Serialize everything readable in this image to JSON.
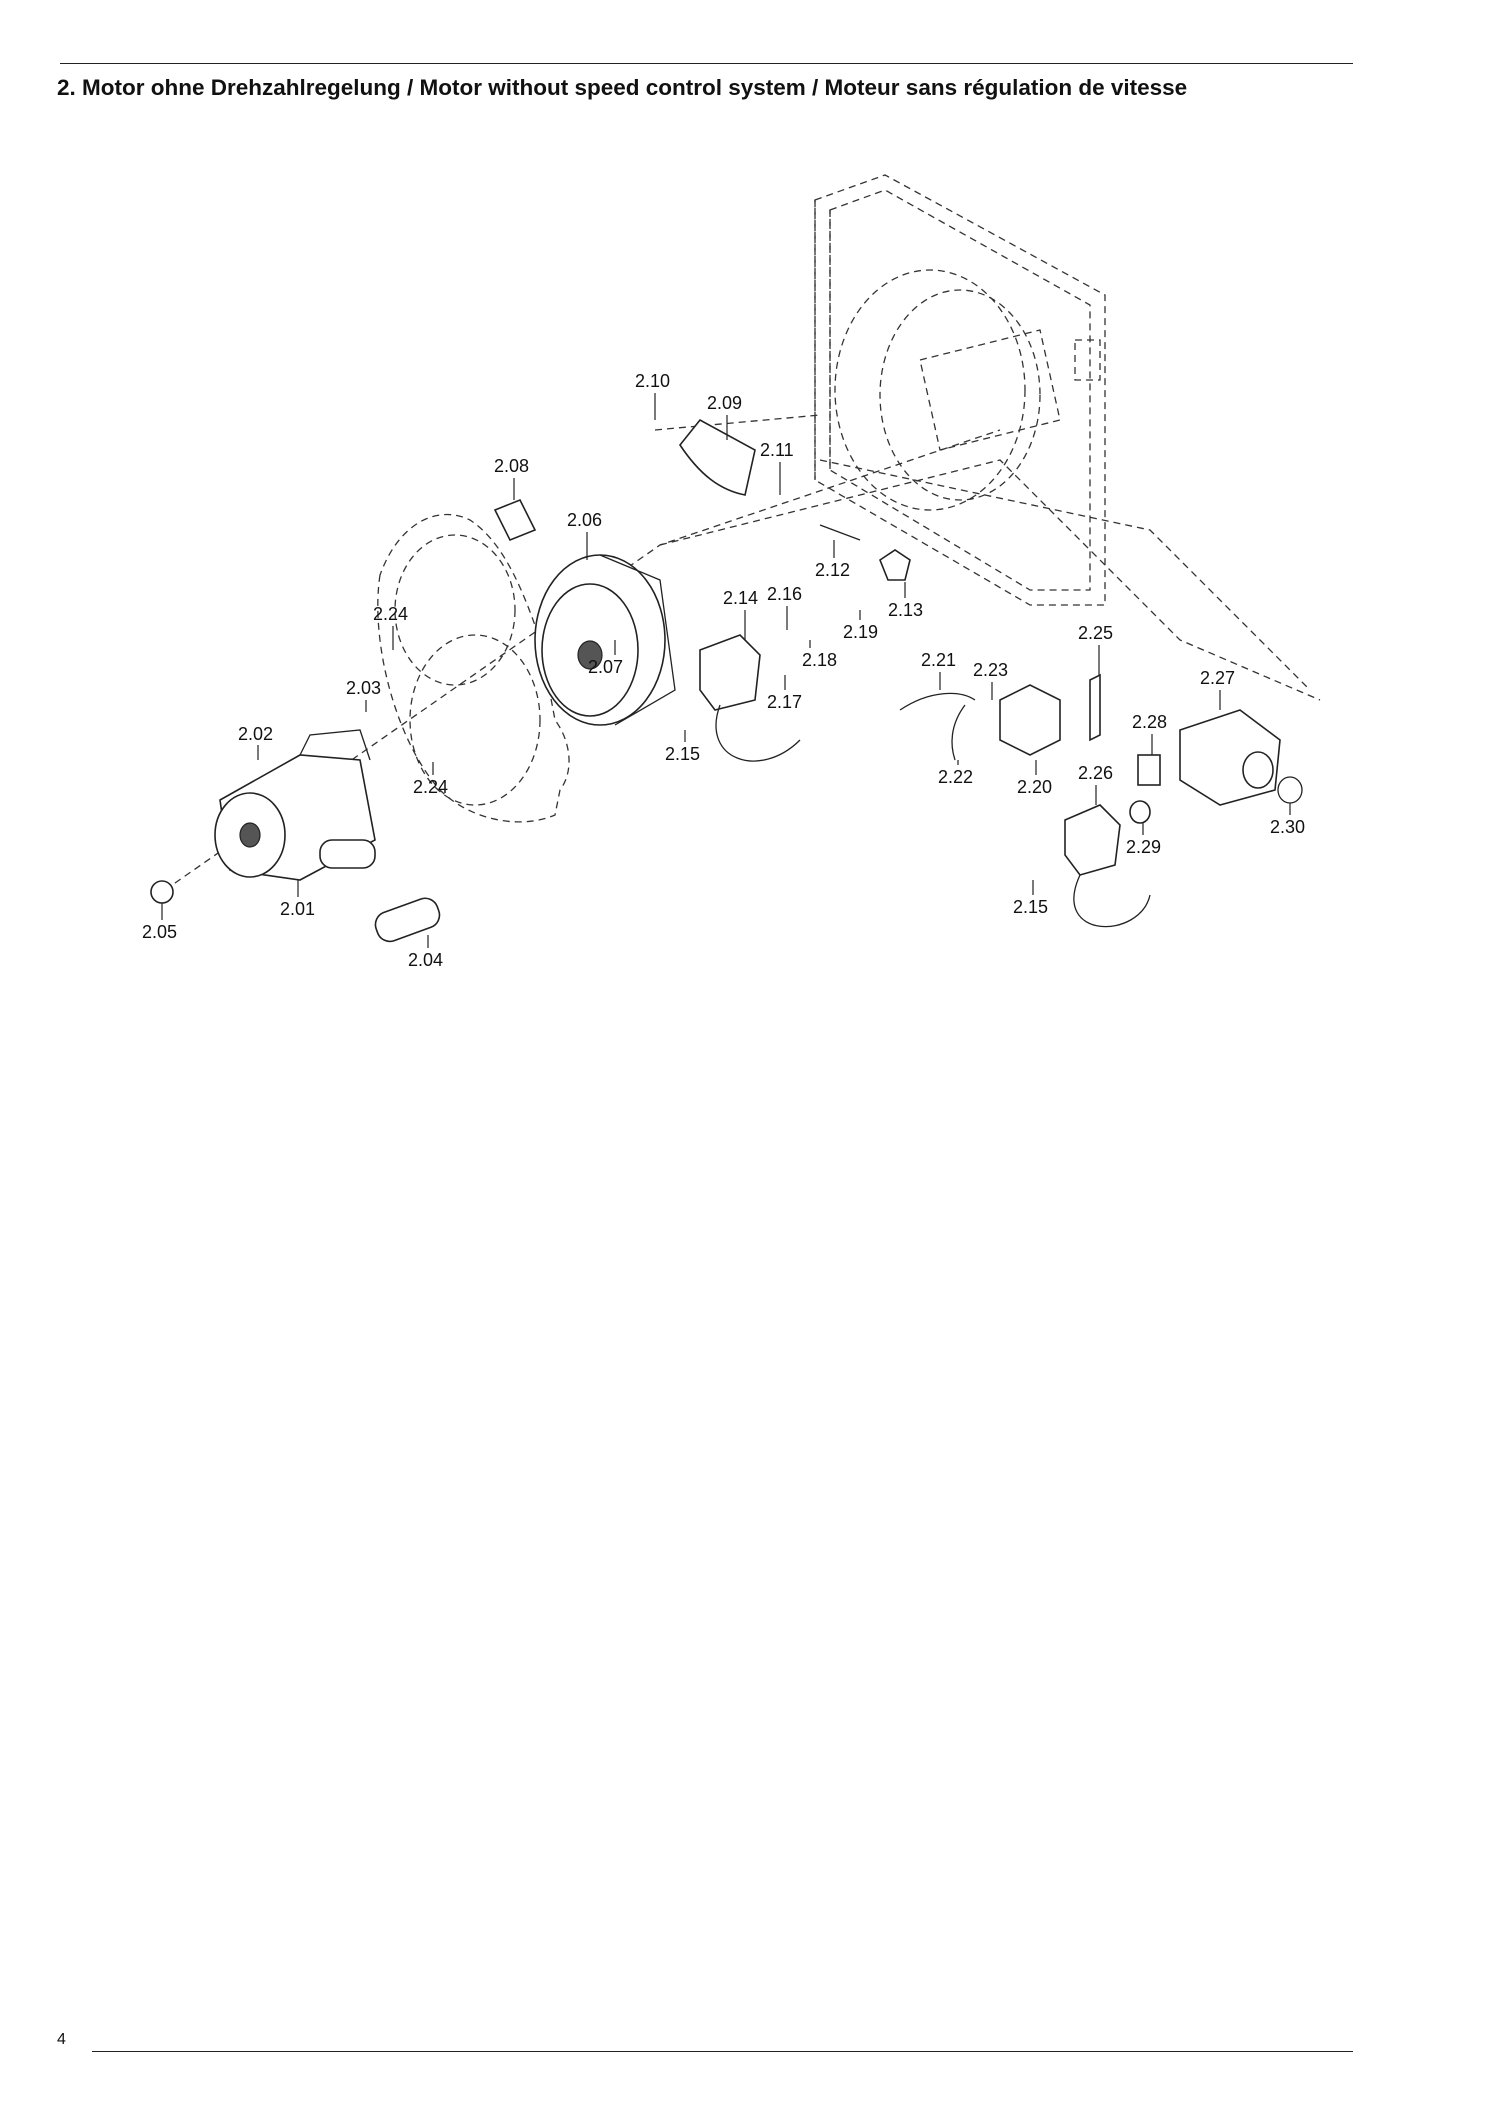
{
  "header": {
    "title": "2. Motor ohne Drehzahlregelung / Motor without speed control system / Moteur sans régulation de vitesse"
  },
  "footer": {
    "page_number": "4"
  },
  "diagram": {
    "callouts": [
      "2.01",
      "2.02",
      "2.03",
      "2.04",
      "2.05",
      "2.06",
      "2.07",
      "2.08",
      "2.09",
      "2.10",
      "2.11",
      "2.12",
      "2.13",
      "2.14",
      "2.15",
      "2.16",
      "2.17",
      "2.18",
      "2.19",
      "2.20",
      "2.21",
      "2.22",
      "2.23",
      "2.24",
      "2.25",
      "2.26",
      "2.27",
      "2.28",
      "2.29",
      "2.30"
    ]
  }
}
